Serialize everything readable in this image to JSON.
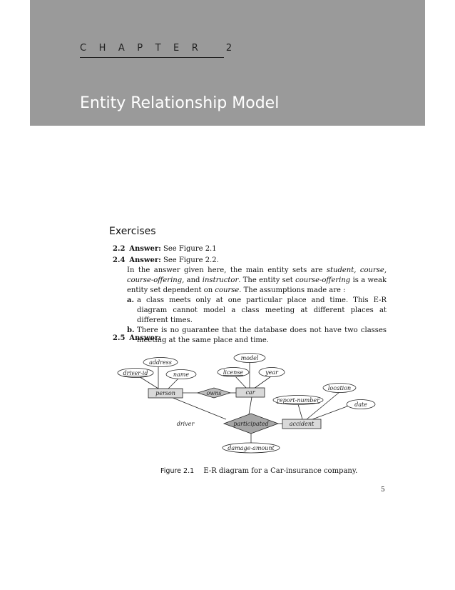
{
  "chapter": {
    "label": "CHAPTER 2",
    "title": "Entity Relationship Model"
  },
  "exercises": {
    "heading": "Exercises",
    "items": [
      {
        "num": "2.2",
        "answer_label": "Answer:",
        "text": "See Figure 2.1"
      },
      {
        "num": "2.4",
        "answer_label": "Answer:",
        "text": "See Figure 2.2.",
        "p1": "In the answer given here, the main entity sets are",
        "p1_terms": "student, course, course-offering,",
        "p2": "and",
        "p2_term": "instructor",
        "p3": ". The entity set",
        "p3_term": "course-offering",
        "p4": "is a weak entity set dependent on",
        "p5_term": "course",
        "p5": ". The assumptions made are :",
        "sub": [
          {
            "letter": "a.",
            "text": "a class meets only at one particular place and time. This E-R diagram cannot model a class meeting at different places at different times."
          },
          {
            "letter": "b.",
            "text": "There is no guarantee that the database does not have two classes meeting at the same place and time."
          }
        ]
      },
      {
        "num": "2.5",
        "answer_label": "Answer:"
      }
    ]
  },
  "diagram": {
    "entities": {
      "person": "person",
      "car": "car",
      "accident": "accident"
    },
    "relationships": {
      "owns": "owns",
      "participated": "participated"
    },
    "attributes": {
      "address": "address",
      "driver_id": "driver-id",
      "name": "name",
      "model": "model",
      "license": "license",
      "year": "year",
      "location": "location",
      "report_number": "report-number",
      "date": "date",
      "damage_amount": "damage-amount"
    },
    "role": "driver"
  },
  "caption": {
    "figure": "Figure 2.1",
    "text": "E-R diagram for a Car-insurance company."
  },
  "page_number": "5"
}
